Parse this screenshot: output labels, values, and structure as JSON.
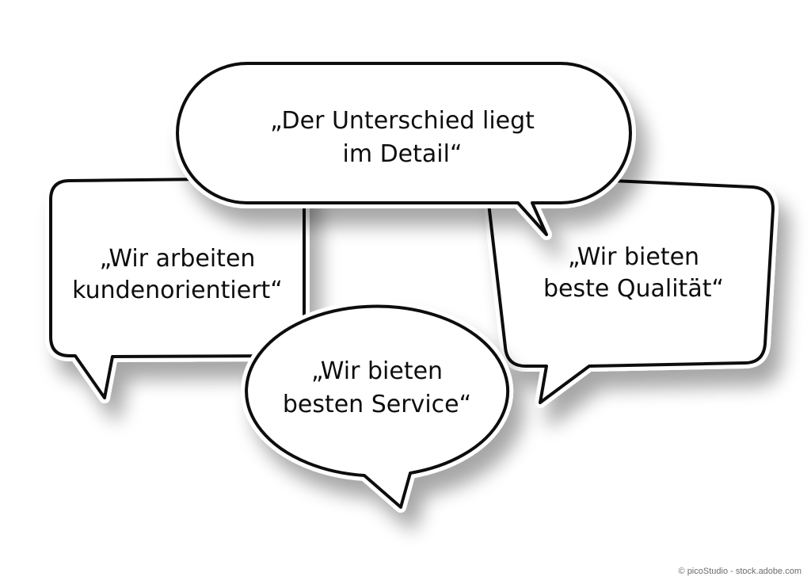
{
  "bubbles": {
    "left": {
      "line1": "„Wir arbeiten",
      "line2": "kundenorientiert“"
    },
    "right": {
      "line1": "„Wir bieten",
      "line2": "beste Qualität“"
    },
    "top": {
      "line1": "„Der Unterschied liegt",
      "line2": "im Detail“"
    },
    "bottom": {
      "line1": "„Wir bieten",
      "line2": "besten Service“"
    }
  },
  "credit": "© picoStudio - stock.adobe.com",
  "colors": {
    "background": "#ffffff",
    "bubble_fill": "#ffffff",
    "bubble_outline": "#111111",
    "text": "#111111",
    "shadow": "#000000"
  }
}
